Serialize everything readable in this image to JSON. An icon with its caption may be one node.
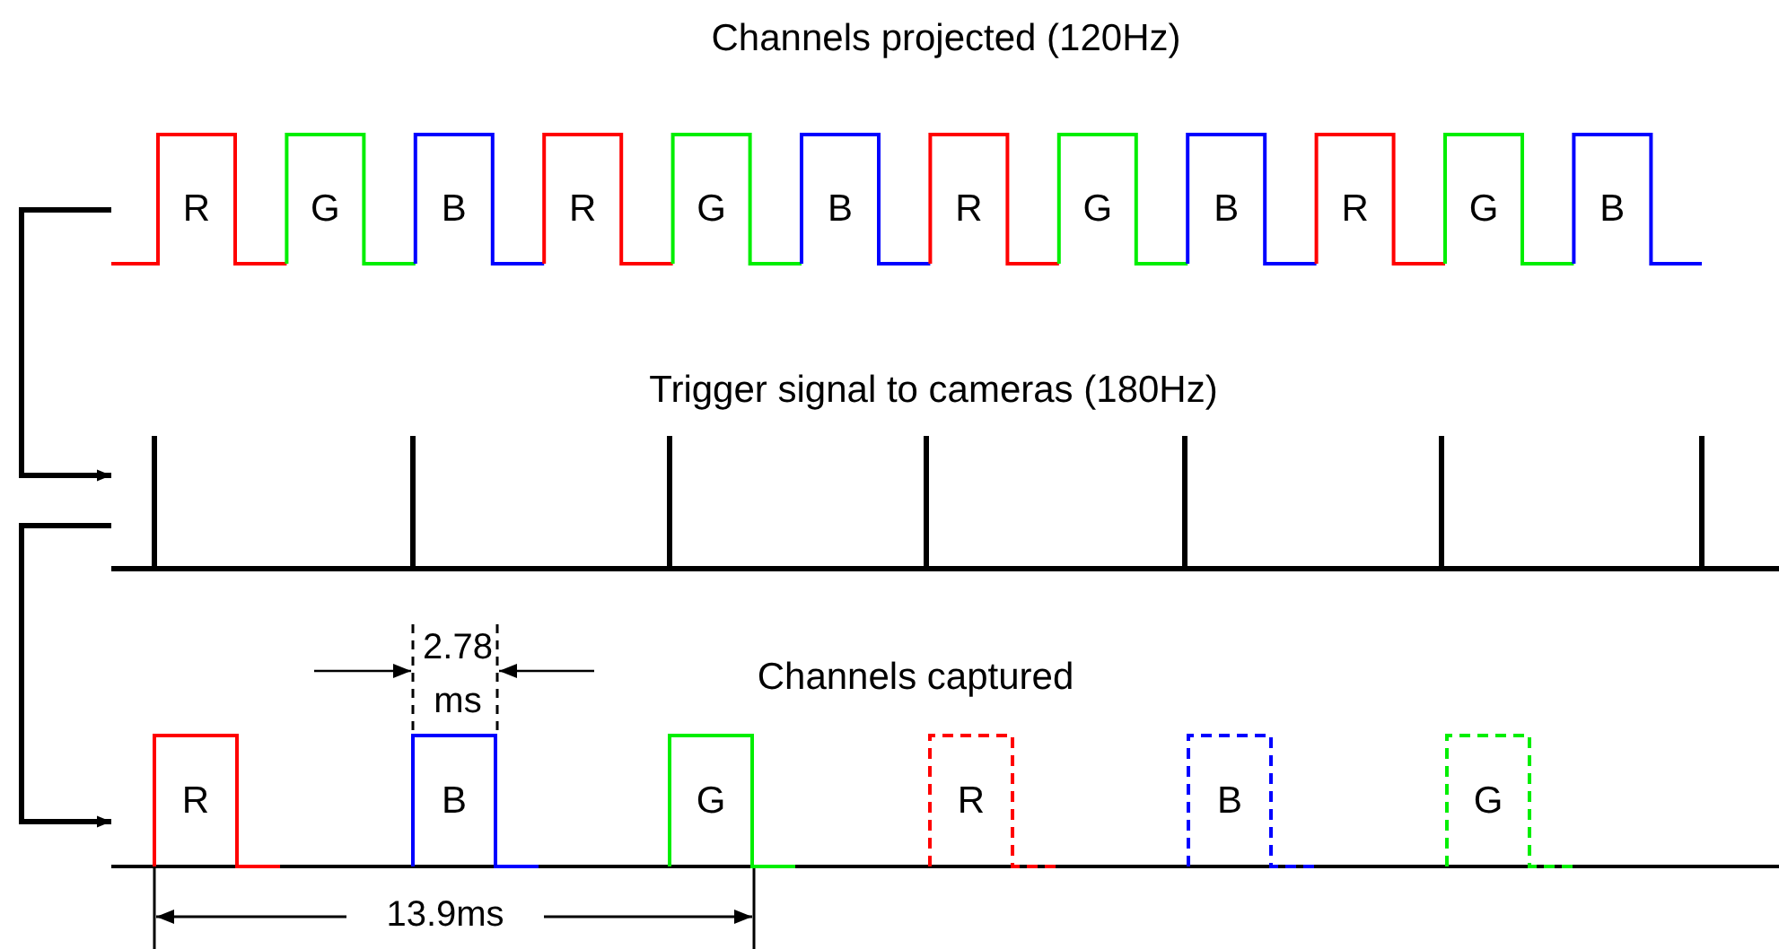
{
  "diagram": {
    "nodes": [
      {
        "text": [
          "Channels projected (120Hz)"
        ]
      },
      {
        "text": [
          "Trigger signal to cameras (180Hz)"
        ]
      },
      {
        "text": [
          "Channels captured"
        ]
      }
    ],
    "edges": [
      {
        "from": 0,
        "to": 1,
        "arrow": "to"
      },
      {
        "from": 1,
        "to": 2,
        "arrow": "to"
      }
    ],
    "labels": [
      "R",
      "G",
      "B",
      "R",
      "G",
      "B",
      "R",
      "G",
      "B",
      "R",
      "G",
      "B",
      "2.78 ms",
      "R",
      "B",
      "G",
      "R",
      "B",
      "G",
      "13.9ms"
    ]
  }
}
